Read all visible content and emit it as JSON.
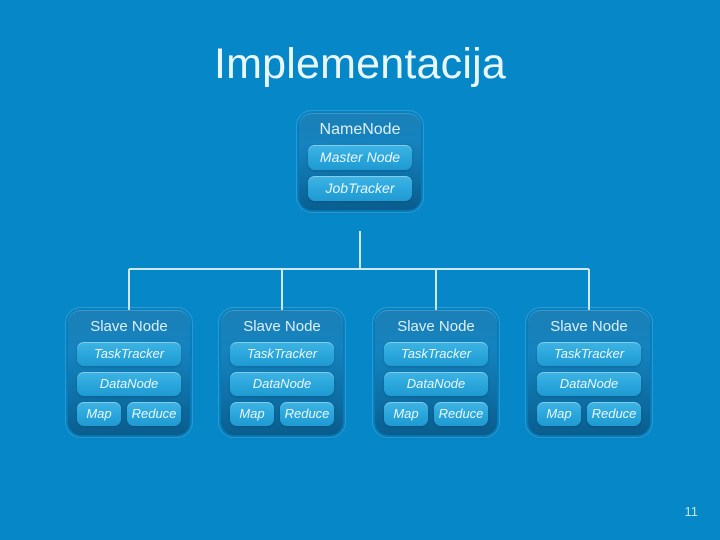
{
  "slide": {
    "title": "Implementacija",
    "page_number": "11",
    "background_color": "#0587c8",
    "title_color": "#e9f7fd"
  },
  "diagram": {
    "type": "hierarchy",
    "node_fill_color": "#1583bf",
    "pill_fill_color": "#2aa6dc",
    "connector_color": "#cfe8f5",
    "master": {
      "title": "NameNode",
      "items": [
        {
          "label": "Master Node"
        },
        {
          "label": "JobTracker"
        }
      ]
    },
    "slaves": [
      {
        "title": "Slave Node",
        "items": [
          {
            "label": "TaskTracker"
          },
          {
            "label": "DataNode"
          }
        ],
        "row": [
          {
            "label": "Map"
          },
          {
            "label": "Reduce"
          }
        ]
      },
      {
        "title": "Slave Node",
        "items": [
          {
            "label": "TaskTracker"
          },
          {
            "label": "DataNode"
          }
        ],
        "row": [
          {
            "label": "Map"
          },
          {
            "label": "Reduce"
          }
        ]
      },
      {
        "title": "Slave Node",
        "items": [
          {
            "label": "TaskTracker"
          },
          {
            "label": "DataNode"
          }
        ],
        "row": [
          {
            "label": "Map"
          },
          {
            "label": "Reduce"
          }
        ]
      },
      {
        "title": "Slave Node",
        "items": [
          {
            "label": "TaskTracker"
          },
          {
            "label": "DataNode"
          }
        ],
        "row": [
          {
            "label": "Map"
          },
          {
            "label": "Reduce"
          }
        ]
      }
    ]
  }
}
